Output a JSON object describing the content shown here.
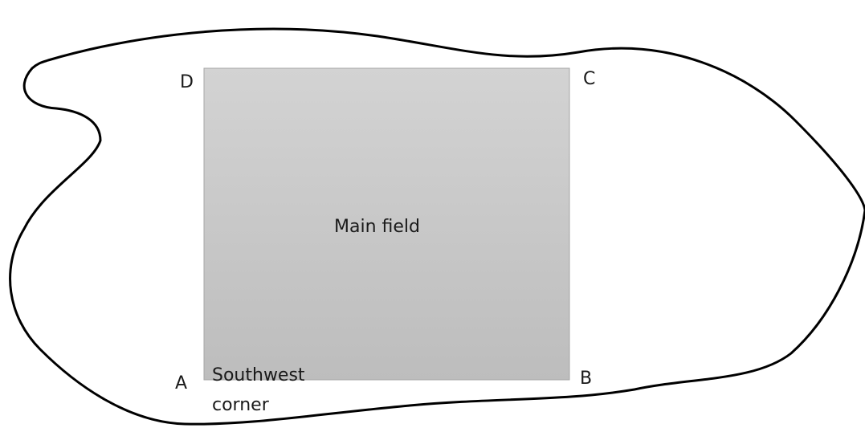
{
  "diagram": {
    "field_label": "Main field",
    "corners": {
      "a": "A",
      "b": "B",
      "c": "C",
      "d": "D"
    },
    "southwest_label": {
      "line1": "Southwest",
      "line2": "corner"
    }
  },
  "colors": {
    "field_fill_top": "#d2d2d2",
    "field_fill_bottom": "#bebebe",
    "field_border": "#a6a6a6",
    "boundary_stroke": "#000000"
  }
}
